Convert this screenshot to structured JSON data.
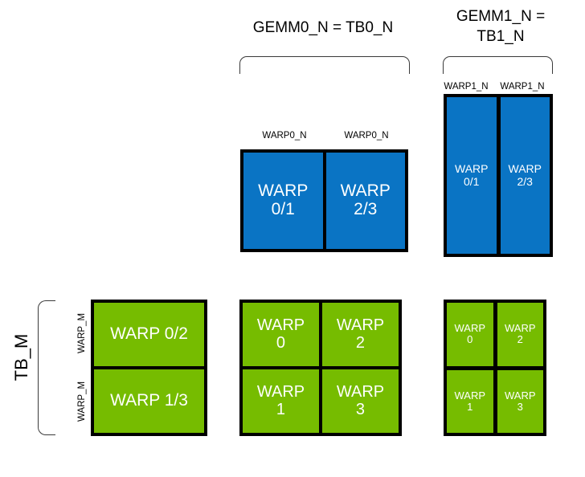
{
  "diagram": {
    "title_gemm0": "GEMM0_N = TB0_N",
    "title_gemm1": "GEMM1_N =\nTB1_N",
    "labels": {
      "tb_m": "TB_M",
      "warp_m": "WARP_M",
      "warp0_n": "WARP0_N",
      "warp1_n": "WARP1_N"
    },
    "gemm0_top_cells": [
      {
        "text": "WARP\n0/1"
      },
      {
        "text": "WARP\n2/3"
      }
    ],
    "gemm1_top_cells": [
      {
        "text": "WARP\n0/1"
      },
      {
        "text": "WARP\n2/3"
      }
    ],
    "gemm0_top_col_labels": [
      "WARP0_N",
      "WARP0_N"
    ],
    "gemm1_top_col_labels": [
      "WARP1_N",
      "WARP1_N"
    ],
    "left_bottom_cells": [
      {
        "text": "WARP 0/2"
      },
      {
        "text": "WARP 1/3"
      }
    ],
    "left_row_labels": [
      "WARP_M",
      "WARP_M"
    ],
    "middle_bottom_cells": [
      {
        "text": "WARP\n0"
      },
      {
        "text": "WARP\n2"
      },
      {
        "text": "WARP\n1"
      },
      {
        "text": "WARP\n3"
      }
    ],
    "right_bottom_cells": [
      {
        "text": "WARP\n0"
      },
      {
        "text": "WARP\n2"
      },
      {
        "text": "WARP\n1"
      },
      {
        "text": "WARP\n3"
      }
    ],
    "colors": {
      "blue": "#0a74c4",
      "green": "#76bc00",
      "border": "#000000",
      "background": "#ffffff",
      "brace": "#3a3a3a"
    }
  }
}
